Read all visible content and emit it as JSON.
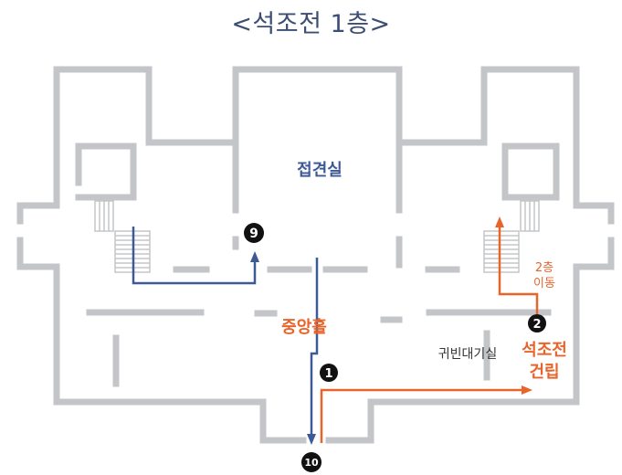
{
  "title": "<석조전 1층>",
  "rooms": {
    "reception": "접견실",
    "central_hall": "중앙홀",
    "waiting_room": "귀빈대기실",
    "construction_line1": "석조전",
    "construction_line2": "건립",
    "stairs_line1": "2층",
    "stairs_line2": "이동"
  },
  "markers": {
    "m1": "1",
    "m2": "2",
    "m9": "9",
    "m10": "10"
  },
  "colors": {
    "route_blue": "#3d5a96",
    "route_orange": "#e8642a",
    "wall": "#c3c5c8",
    "title": "#3d4e73"
  }
}
